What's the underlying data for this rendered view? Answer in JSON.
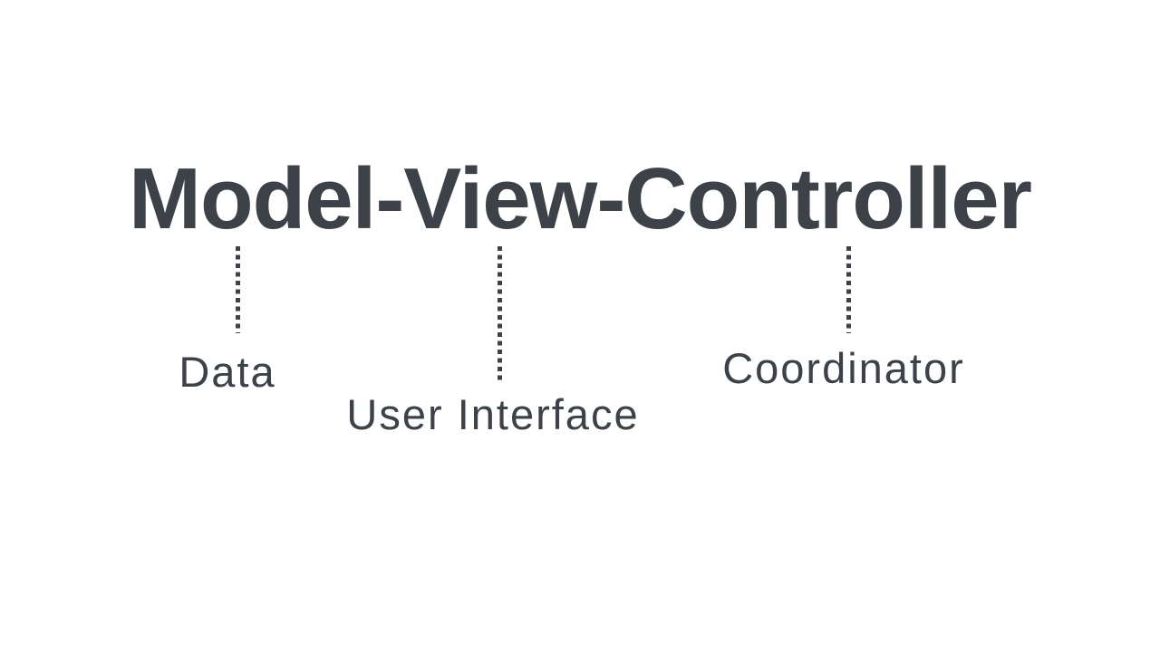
{
  "page": {
    "background_color": "#ffffff"
  },
  "diagram": {
    "title": "Model-View-Controller",
    "ink_color": "#3d4148",
    "nodes": [
      {
        "term": "Model",
        "label": "Data"
      },
      {
        "term": "View",
        "label": "User Interface"
      },
      {
        "term": "Controller",
        "label": "Coordinator"
      }
    ]
  }
}
